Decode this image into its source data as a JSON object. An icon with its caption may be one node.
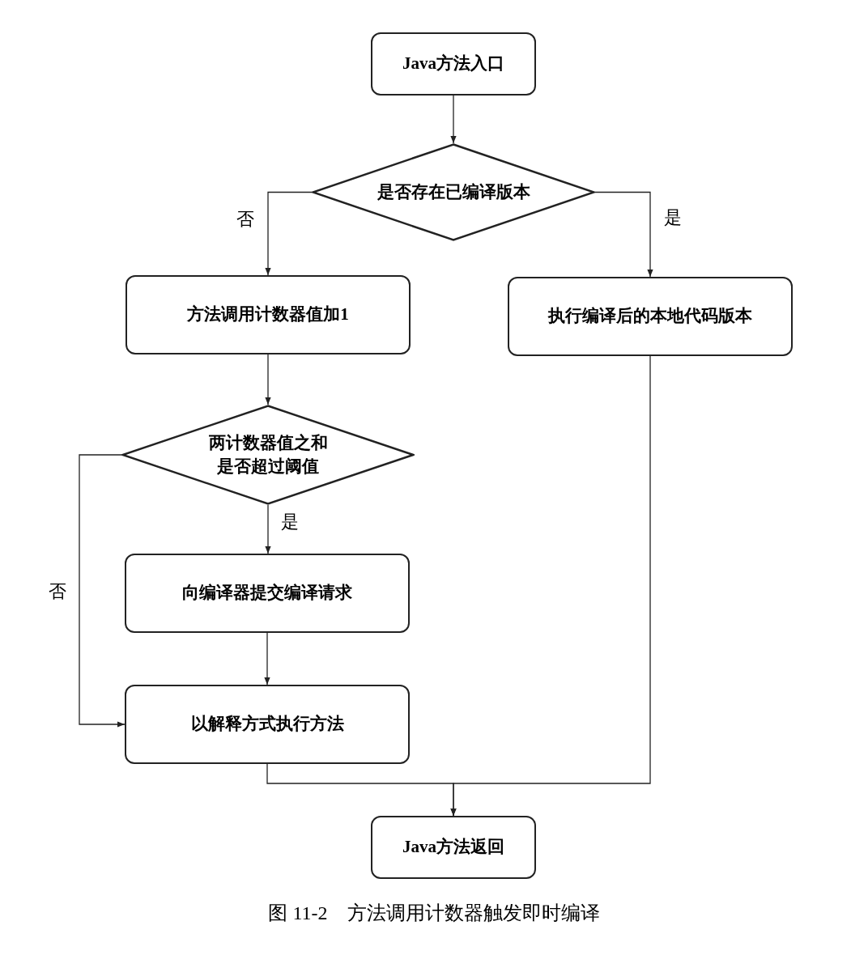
{
  "diagram": {
    "caption": "图 11-2　方法调用计数器触发即时编译",
    "nodes": [
      {
        "text": [
          "Java方法入口"
        ]
      },
      {
        "text": [
          "是否存在已编译版本"
        ]
      },
      {
        "text": [
          "方法调用计数器值加1"
        ]
      },
      {
        "text": [
          "执行编译后的本地代码版本"
        ]
      },
      {
        "text": [
          "两计数器值之和是否超过阈值"
        ]
      },
      {
        "text": [
          "向编译器提交编译请求"
        ]
      },
      {
        "text": [
          "以解释方式执行方法"
        ]
      },
      {
        "text": [
          "Java方法返回"
        ]
      }
    ],
    "edges": [
      {
        "from": 0,
        "to": 1,
        "arrow": "to"
      },
      {
        "from": 1,
        "to": 2,
        "arrow": "to",
        "label": "否"
      },
      {
        "from": 1,
        "to": 3,
        "arrow": "to",
        "label": "是"
      },
      {
        "from": 2,
        "to": 4,
        "arrow": "to"
      },
      {
        "from": 4,
        "to": 5,
        "arrow": "to",
        "label": "是"
      },
      {
        "from": 4,
        "to": 6,
        "arrow": "to",
        "label": "否"
      },
      {
        "from": 5,
        "to": 6,
        "arrow": "to"
      },
      {
        "from": 6,
        "to": 7,
        "arrow": "to"
      },
      {
        "from": 3,
        "to": 7,
        "arrow": "to"
      }
    ]
  }
}
